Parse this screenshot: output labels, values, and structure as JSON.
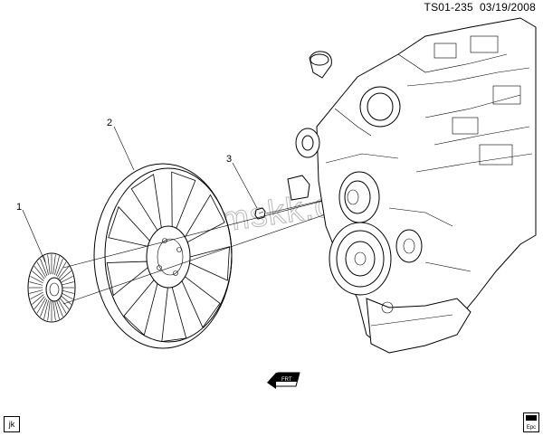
{
  "header": {
    "doc_id": "TS01-235",
    "date": "03/19/2008"
  },
  "callouts": [
    "1",
    "2",
    "3"
  ],
  "watermark": "gmskk.com",
  "footer": {
    "corner_tag": "jk",
    "badge_text": "Epc"
  },
  "front_indicator": "FRT",
  "colors": {
    "line": "#000000",
    "background": "#ffffff",
    "watermark": "#9a9a9a"
  }
}
